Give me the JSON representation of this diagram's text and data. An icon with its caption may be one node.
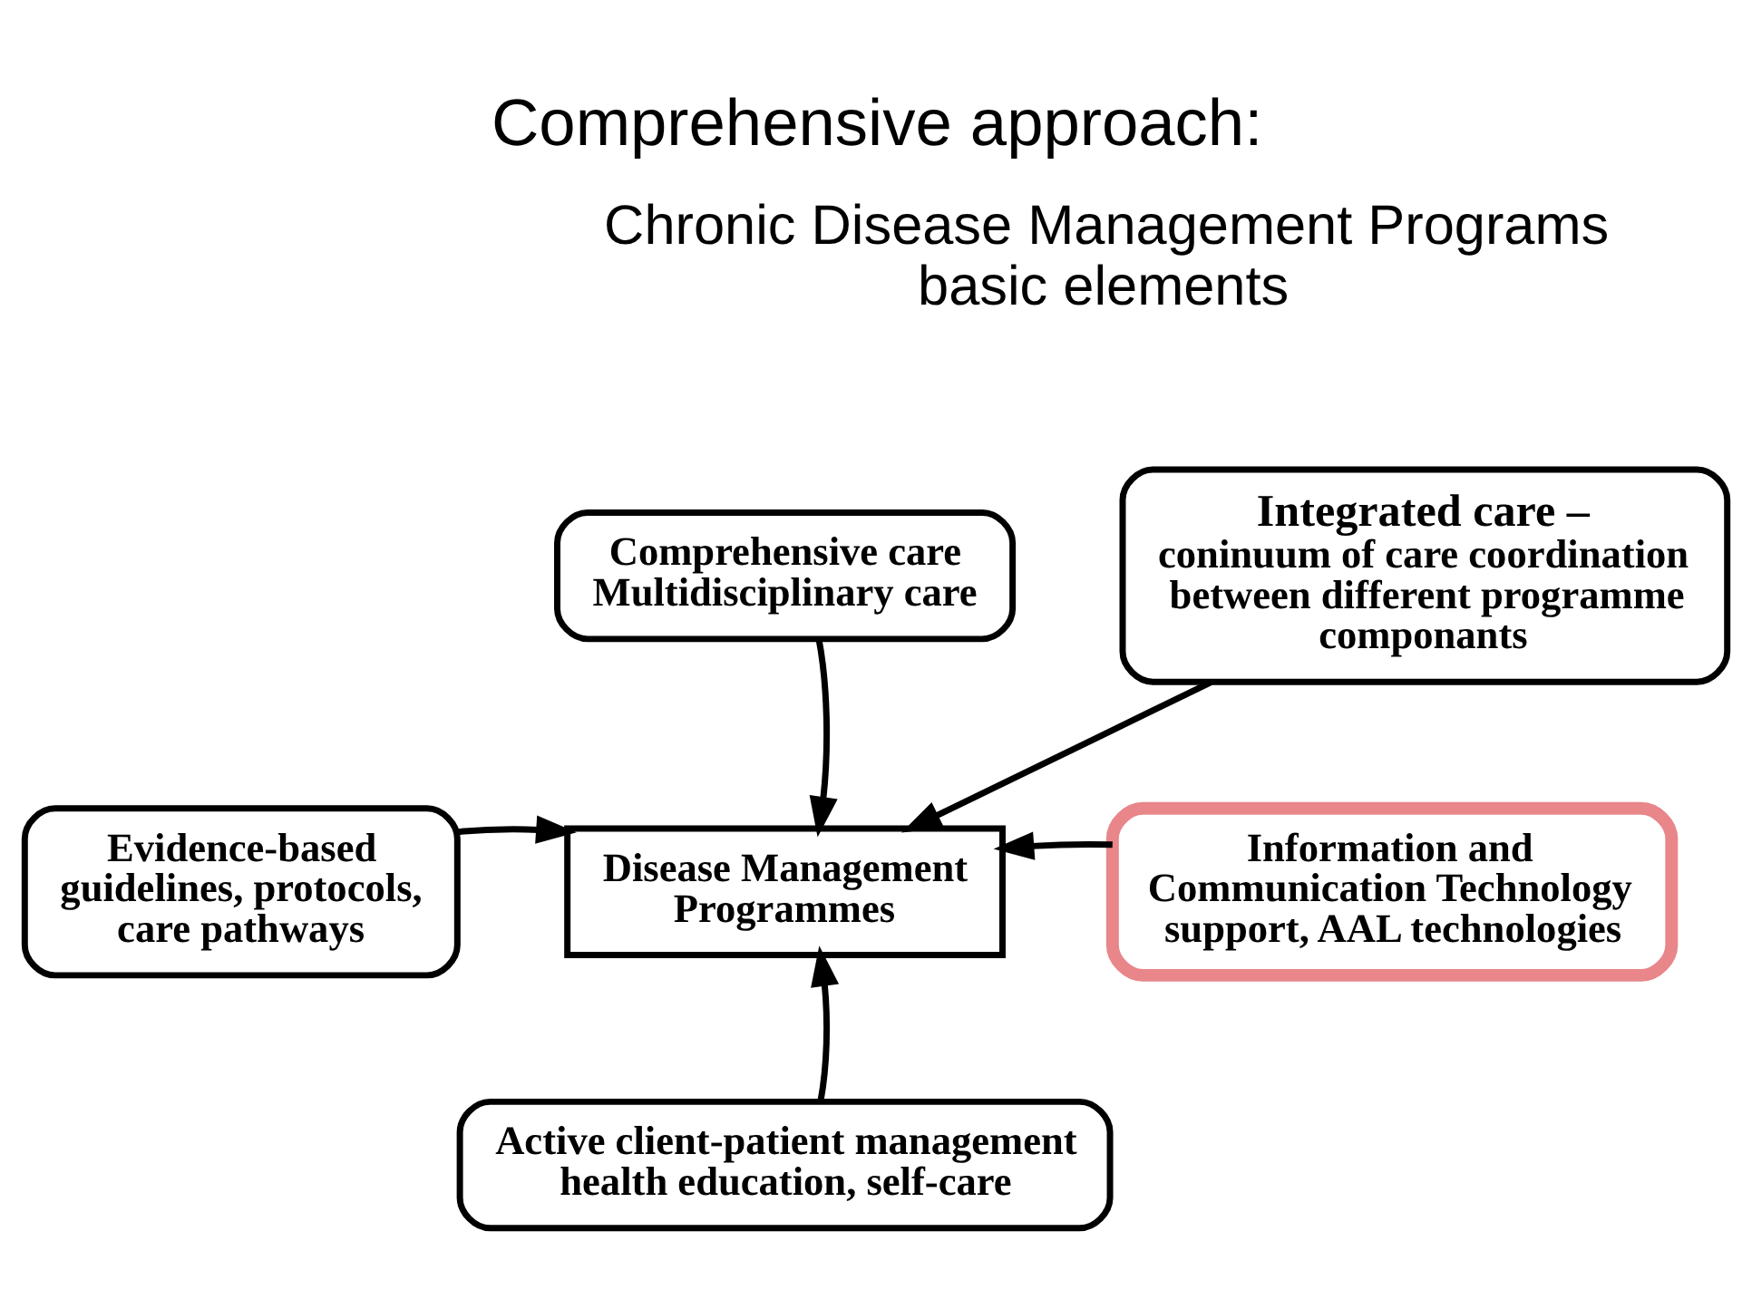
{
  "diagram": {
    "title": "Comprehensive approach:",
    "nodes": [
      {
        "text": [
          "Comprehensive care Multidisciplinary care"
        ]
      },
      {
        "text": [
          "Integrated care –",
          "coninuum of care coordination between different programme componants"
        ]
      },
      {
        "text": [
          "Disease Management Programmes"
        ]
      },
      {
        "text": [
          "Evidence-based guidelines, protocols, care pathways"
        ]
      },
      {
        "text": [
          "Information and Communication Technology support, AAL technologies"
        ]
      },
      {
        "text": [
          "Active client-patient management health education, self-care"
        ]
      }
    ],
    "edges": [
      {
        "from": 0,
        "to": 2,
        "arrow": "to"
      },
      {
        "from": 1,
        "to": 2,
        "arrow": "to"
      },
      {
        "from": 3,
        "to": 2,
        "arrow": "to"
      },
      {
        "from": 4,
        "to": 2,
        "arrow": "to"
      },
      {
        "from": 5,
        "to": 2,
        "arrow": "to"
      }
    ],
    "labels": [
      "Chronic Disease Management Programs basic elements"
    ]
  }
}
